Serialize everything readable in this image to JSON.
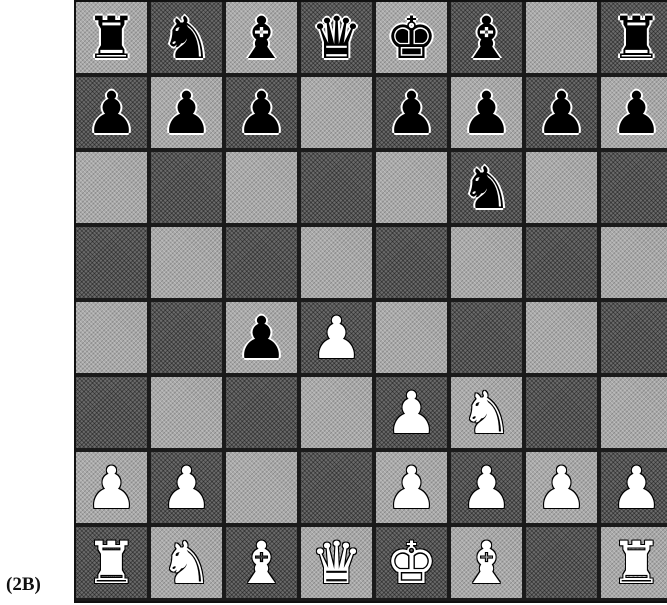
{
  "figure_label": "(2B)",
  "board": {
    "ranks": [
      [
        "br",
        "bn",
        "bb",
        "bq",
        "bk",
        "bb",
        "",
        "br"
      ],
      [
        "bp",
        "bp",
        "bp",
        "",
        "bp",
        "bp",
        "bp",
        "bp"
      ],
      [
        "",
        "",
        "",
        "",
        "",
        "bn",
        "",
        ""
      ],
      [
        "",
        "",
        "",
        "",
        "",
        "",
        "",
        ""
      ],
      [
        "",
        "",
        "bp",
        "wp",
        "",
        "",
        "",
        ""
      ],
      [
        "",
        "",
        "",
        "",
        "wp",
        "wn",
        "",
        ""
      ],
      [
        "wp",
        "wp",
        "",
        "",
        "wp",
        "wp",
        "wp",
        "wp"
      ],
      [
        "wr",
        "wn",
        "wb",
        "wq",
        "wk",
        "wb",
        "",
        "wr"
      ]
    ]
  },
  "piece_icons": {
    "k": "king-icon",
    "q": "queen-icon",
    "r": "rook-icon",
    "b": "bishop-icon",
    "n": "knight-icon",
    "p": "pawn-icon"
  },
  "piece_glyphs": {
    "k": "♚",
    "q": "♛",
    "r": "♜",
    "b": "♝",
    "n": "♞",
    "p": "♟"
  },
  "colors": {
    "light_square": "#a9a9a9",
    "dark_square": "#6a6a6a",
    "black_piece": "#000000",
    "white_piece": "#ffffff"
  }
}
